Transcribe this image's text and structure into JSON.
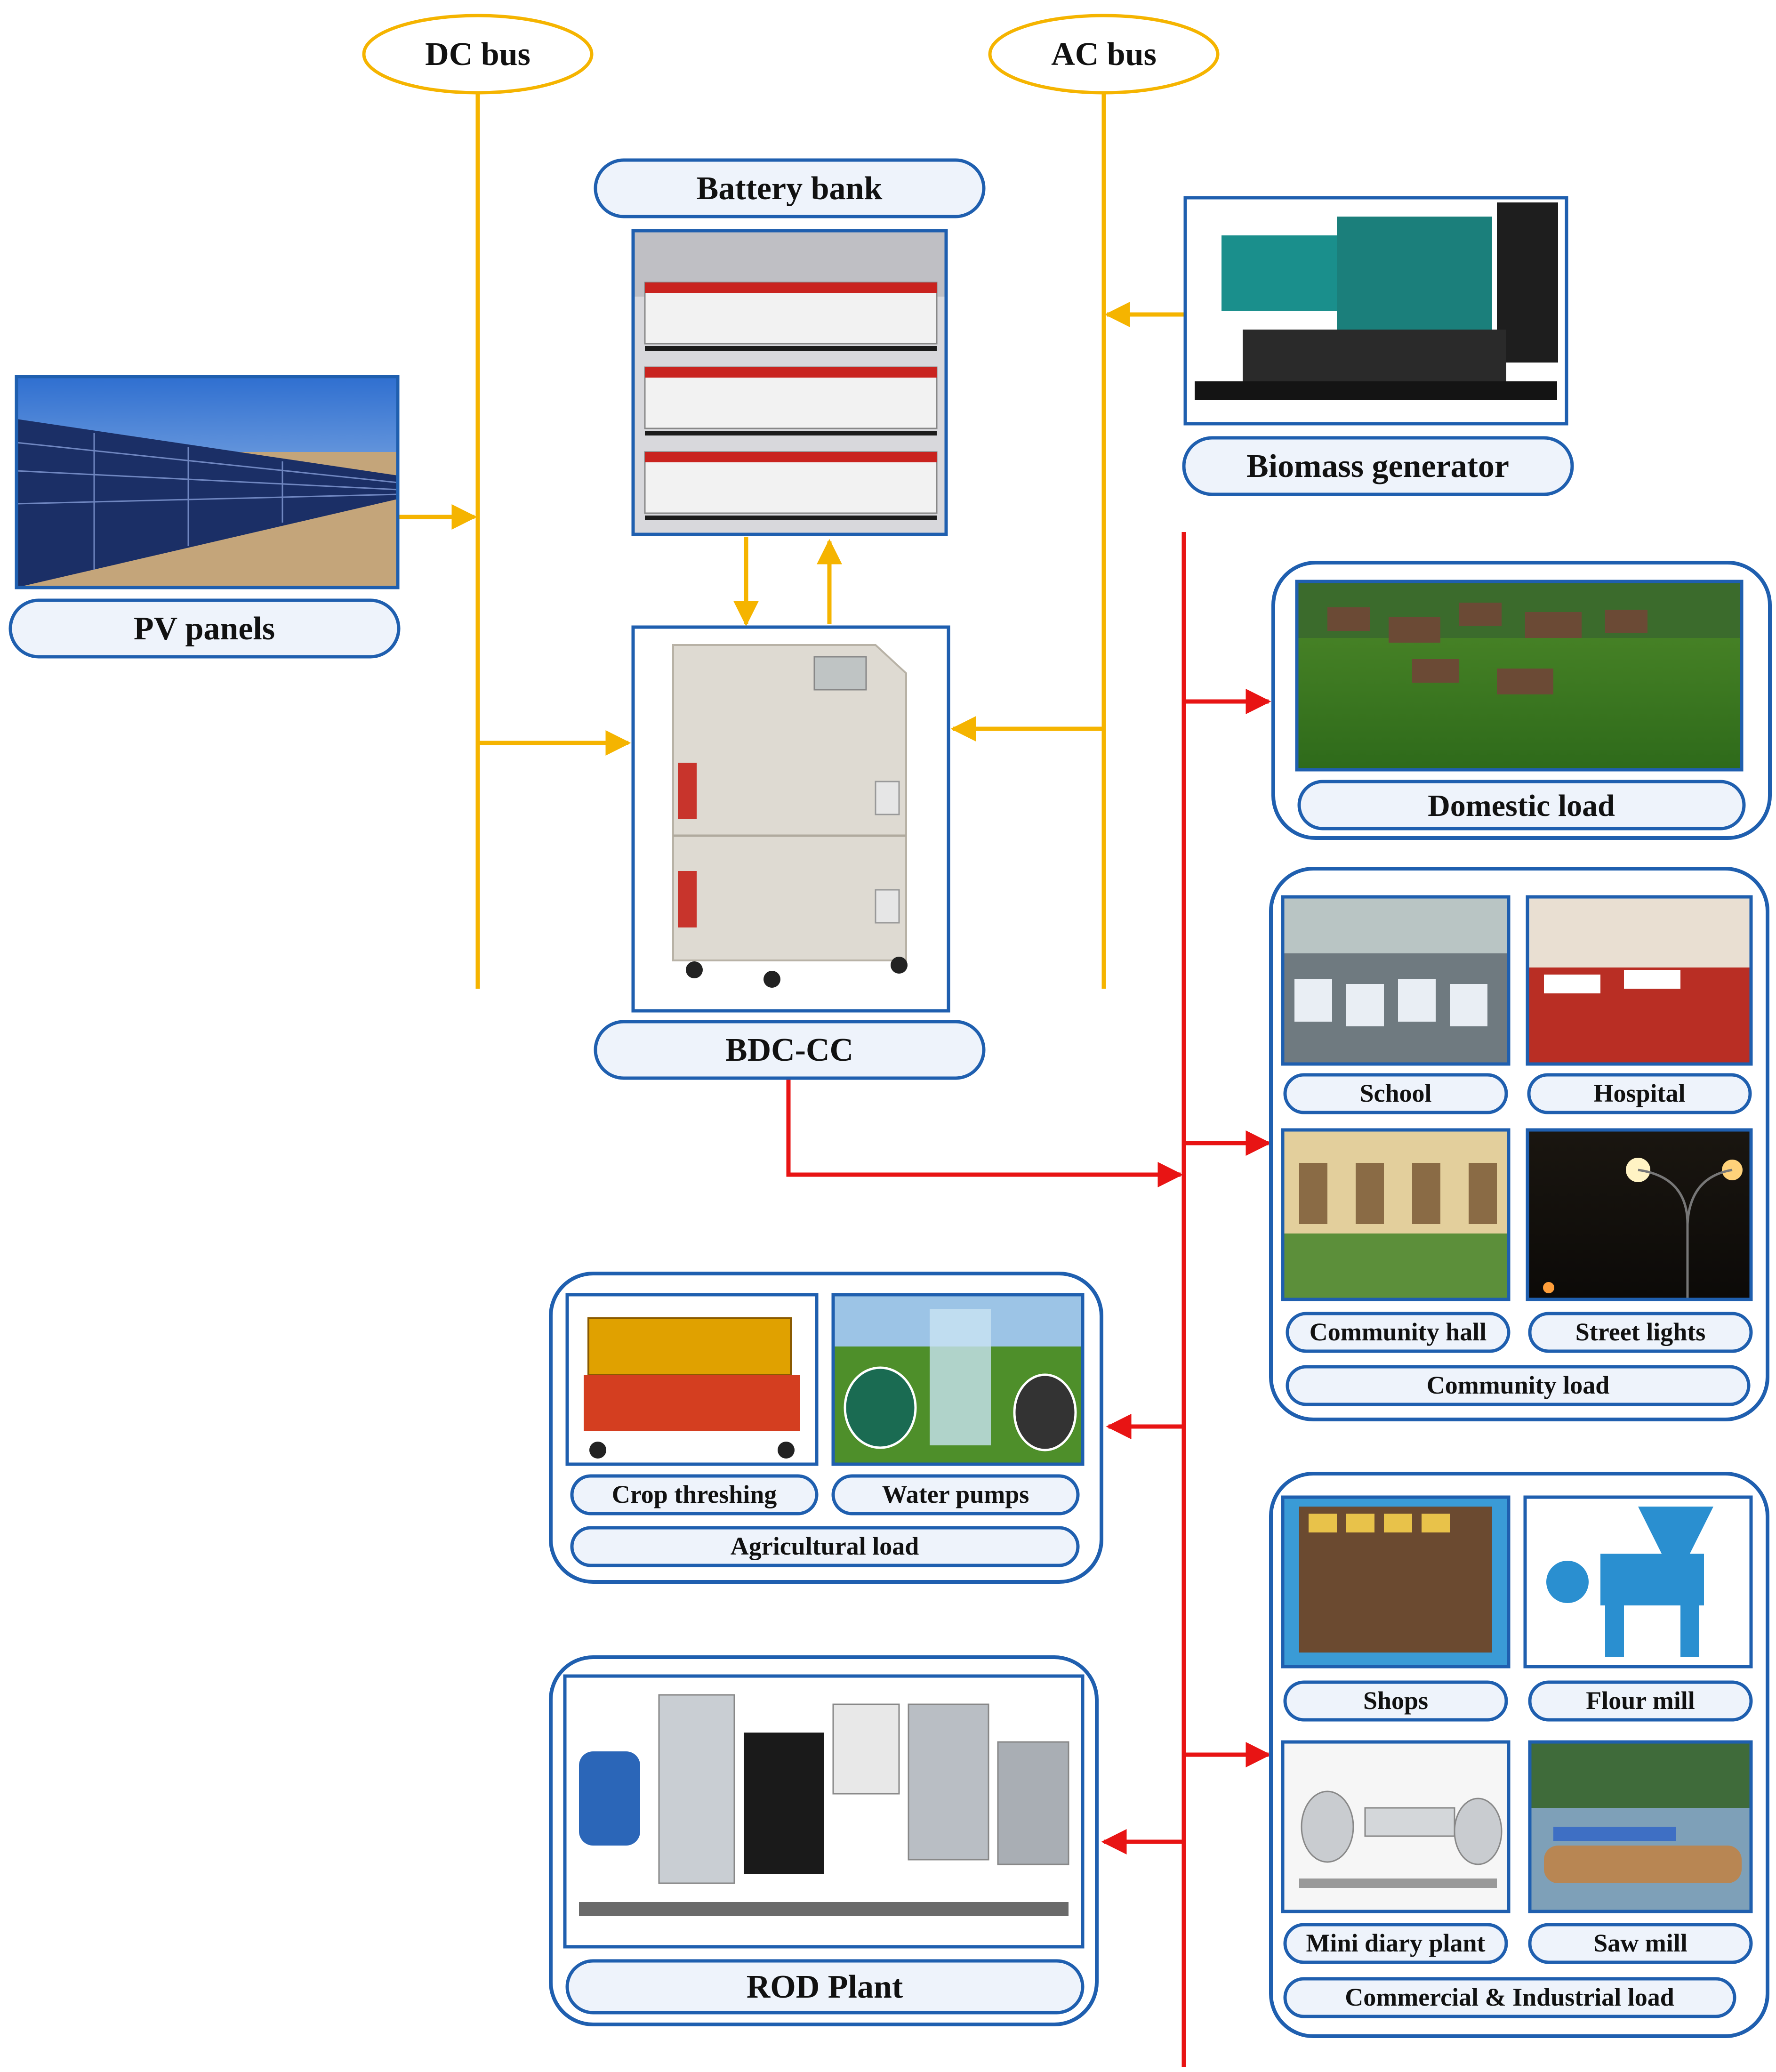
{
  "buses": {
    "dc": "DC bus",
    "ac": "AC bus"
  },
  "sources": {
    "pv": "PV panels",
    "battery": "Battery bank",
    "biomass": "Biomass generator",
    "controller": "BDC-CC"
  },
  "loads": {
    "domestic": "Domestic load",
    "community": {
      "title": "Community load",
      "items": [
        "School",
        "Hospital",
        "Community hall",
        "Street lights"
      ]
    },
    "agricultural": {
      "title": "Agricultural load",
      "items": [
        "Crop threshing",
        "Water pumps"
      ]
    },
    "rod": "ROD Plant",
    "commercial": {
      "title": "Commercial & Industrial load",
      "items": [
        "Shops",
        "Flour mill",
        "Mini diary plant",
        "Saw mill"
      ]
    }
  },
  "colors": {
    "dc_ac_bus_lines": "#f5b400",
    "load_lines": "#e81414",
    "box_border": "#1f5faf"
  }
}
